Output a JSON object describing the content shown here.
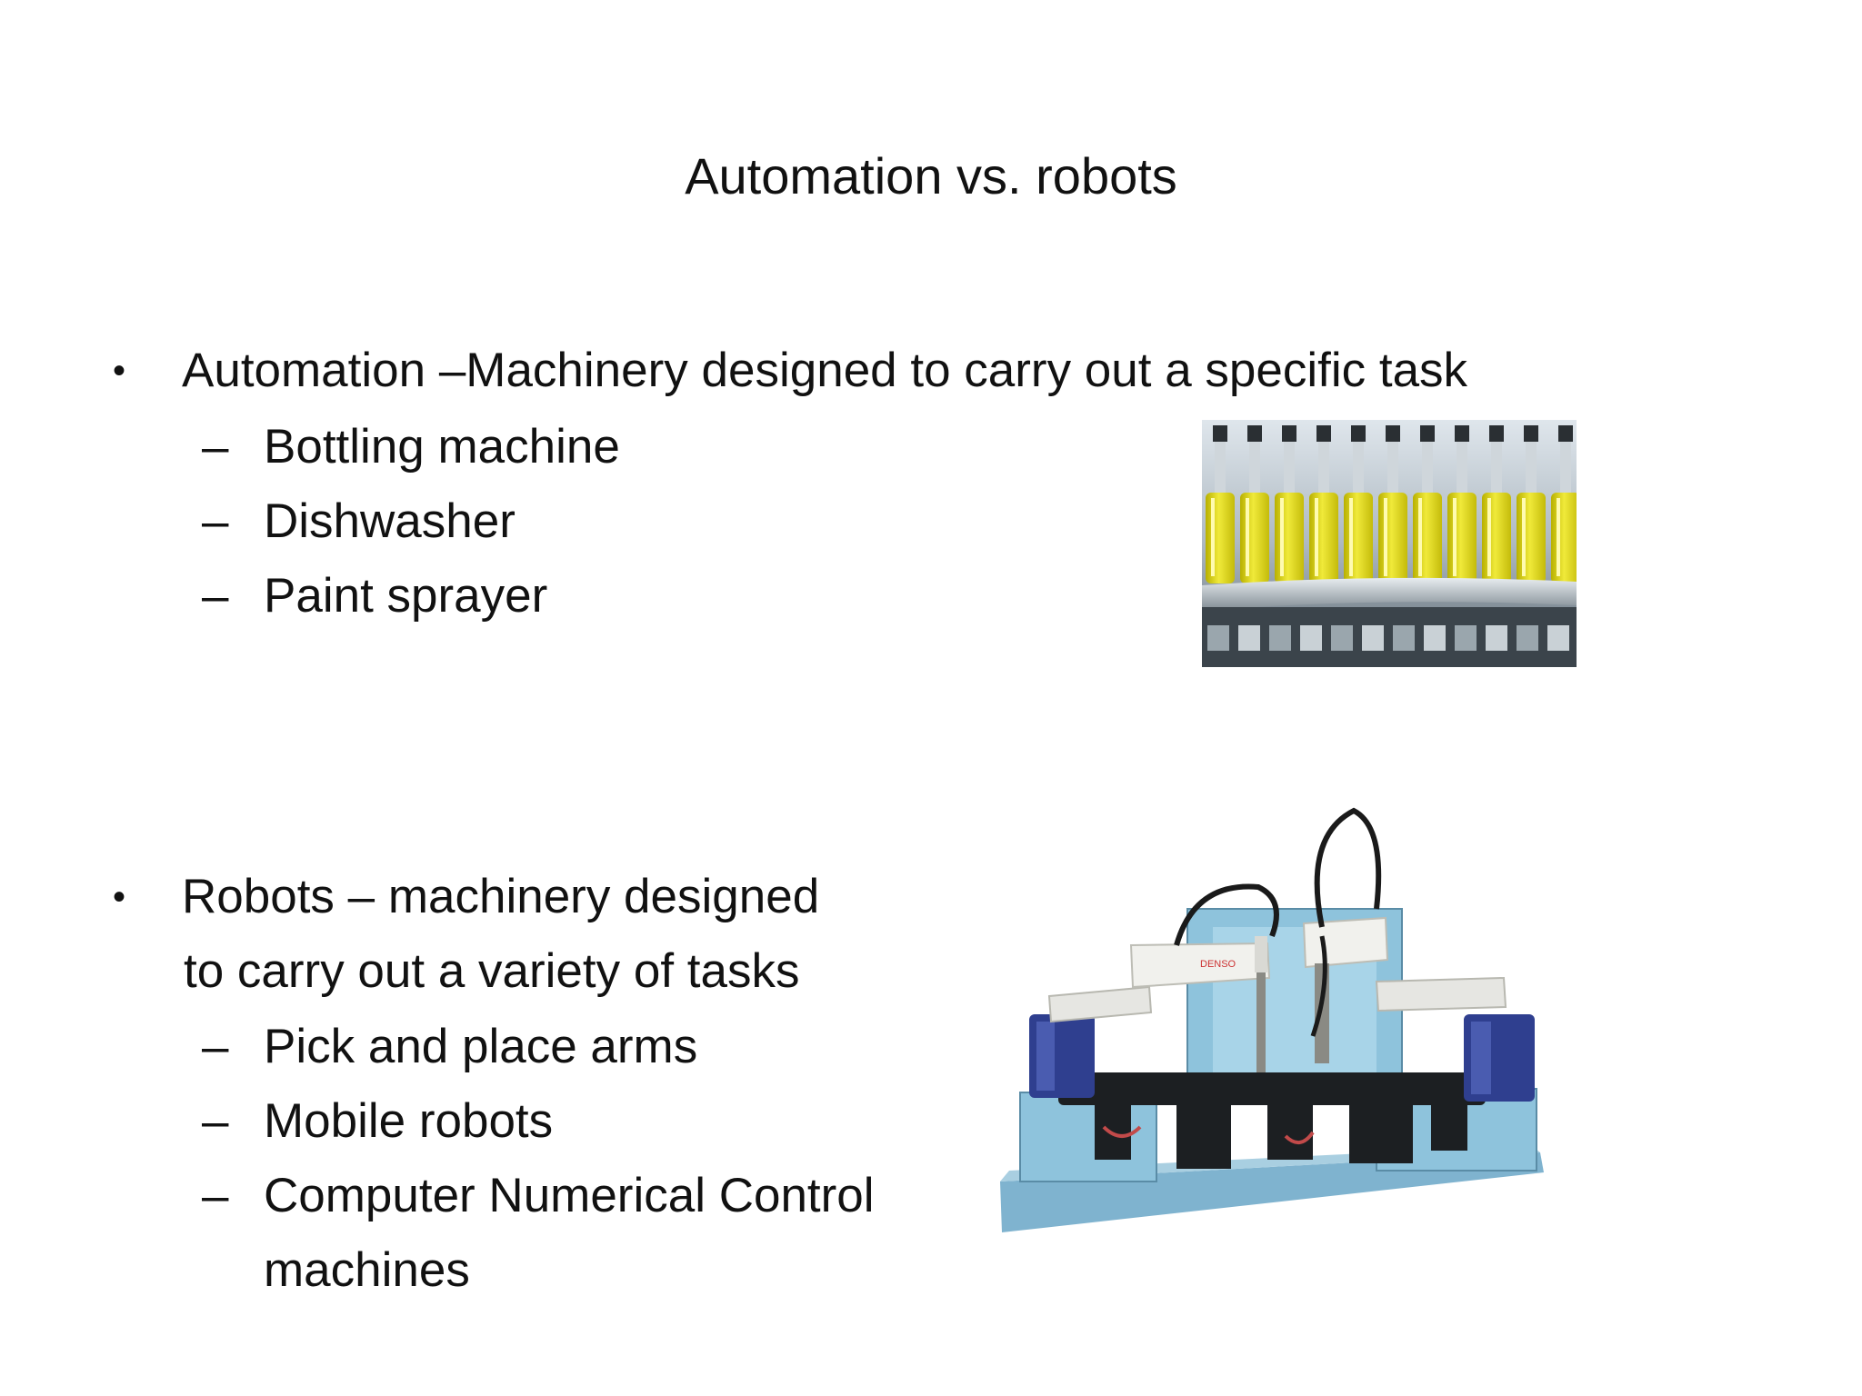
{
  "slide": {
    "title": "Automation vs. robots",
    "bullet_char": "•",
    "dash_char": "–",
    "automation": {
      "heading": "Automation –Machinery designed to carry out a specific task",
      "items": [
        "Bottling machine",
        "Dishwasher",
        "Paint sprayer"
      ]
    },
    "robots": {
      "heading_line1": "Robots – machinery designed",
      "heading_line2": "to carry out a variety of tasks",
      "items": [
        "Pick and place arms",
        "Mobile robots",
        "Computer Numerical Control",
        "machines"
      ]
    },
    "robot_logo": "DENSO",
    "icons": {
      "bottling_image": "bottling-line-photo",
      "robot_image": "scara-robot-cell-photo"
    }
  }
}
